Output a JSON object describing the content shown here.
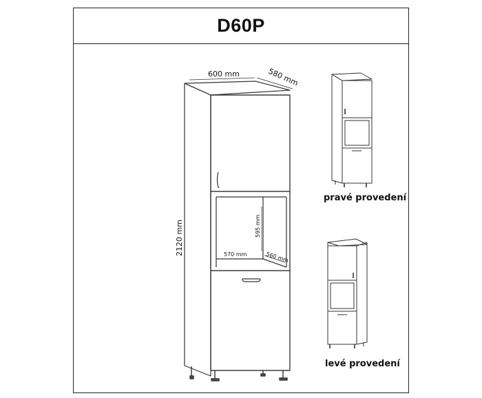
{
  "title": "D60P",
  "dimensions": {
    "width": "600 mm",
    "depth": "580 mm",
    "height": "2120 mm",
    "niche_height": "595 mm",
    "niche_width": "570 mm",
    "niche_depth": "560 mm"
  },
  "variants": {
    "right": "pravé provedení",
    "left": "levé provedení"
  }
}
